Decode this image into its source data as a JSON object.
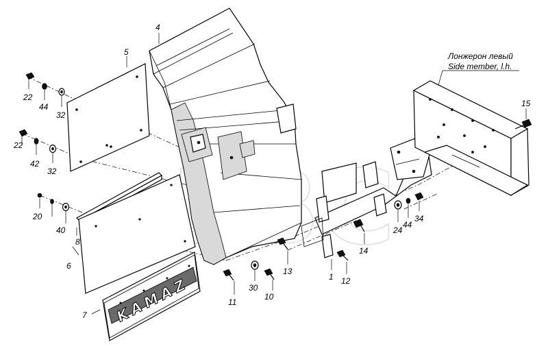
{
  "labels": {
    "p1": "1",
    "p4": "4",
    "p5": "5",
    "p6": "6",
    "p7": "7",
    "p8": "8",
    "p10": "10",
    "p11": "11",
    "p12": "12",
    "p13": "13",
    "p14": "14",
    "p15": "15",
    "p20": "20",
    "p22a": "22",
    "p22b": "22",
    "p24": "24",
    "p30": "30",
    "p32a": "32",
    "p32b": "32",
    "p34": "34",
    "p40": "40",
    "p42": "42",
    "p44a": "44",
    "p44b": "44"
  },
  "caption": {
    "ru": "Лонжерон левый",
    "en": "Side member, l.h."
  },
  "logo_text": "KAMAZ",
  "watermark_text": "ЕВС"
}
